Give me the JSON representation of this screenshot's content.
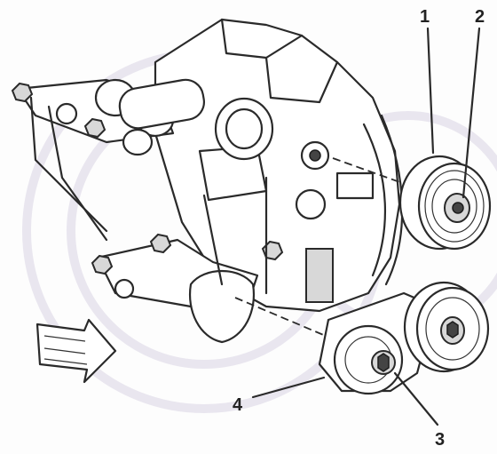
{
  "diagram": {
    "callouts": [
      {
        "id": "c1",
        "text": "1"
      },
      {
        "id": "c2",
        "text": "2"
      },
      {
        "id": "c3",
        "text": "3"
      },
      {
        "id": "c4",
        "text": "4"
      }
    ],
    "colors": {
      "ink": "#2a2a2a",
      "background": "#fdfdfd",
      "watermark": "#d9d4e4"
    }
  }
}
